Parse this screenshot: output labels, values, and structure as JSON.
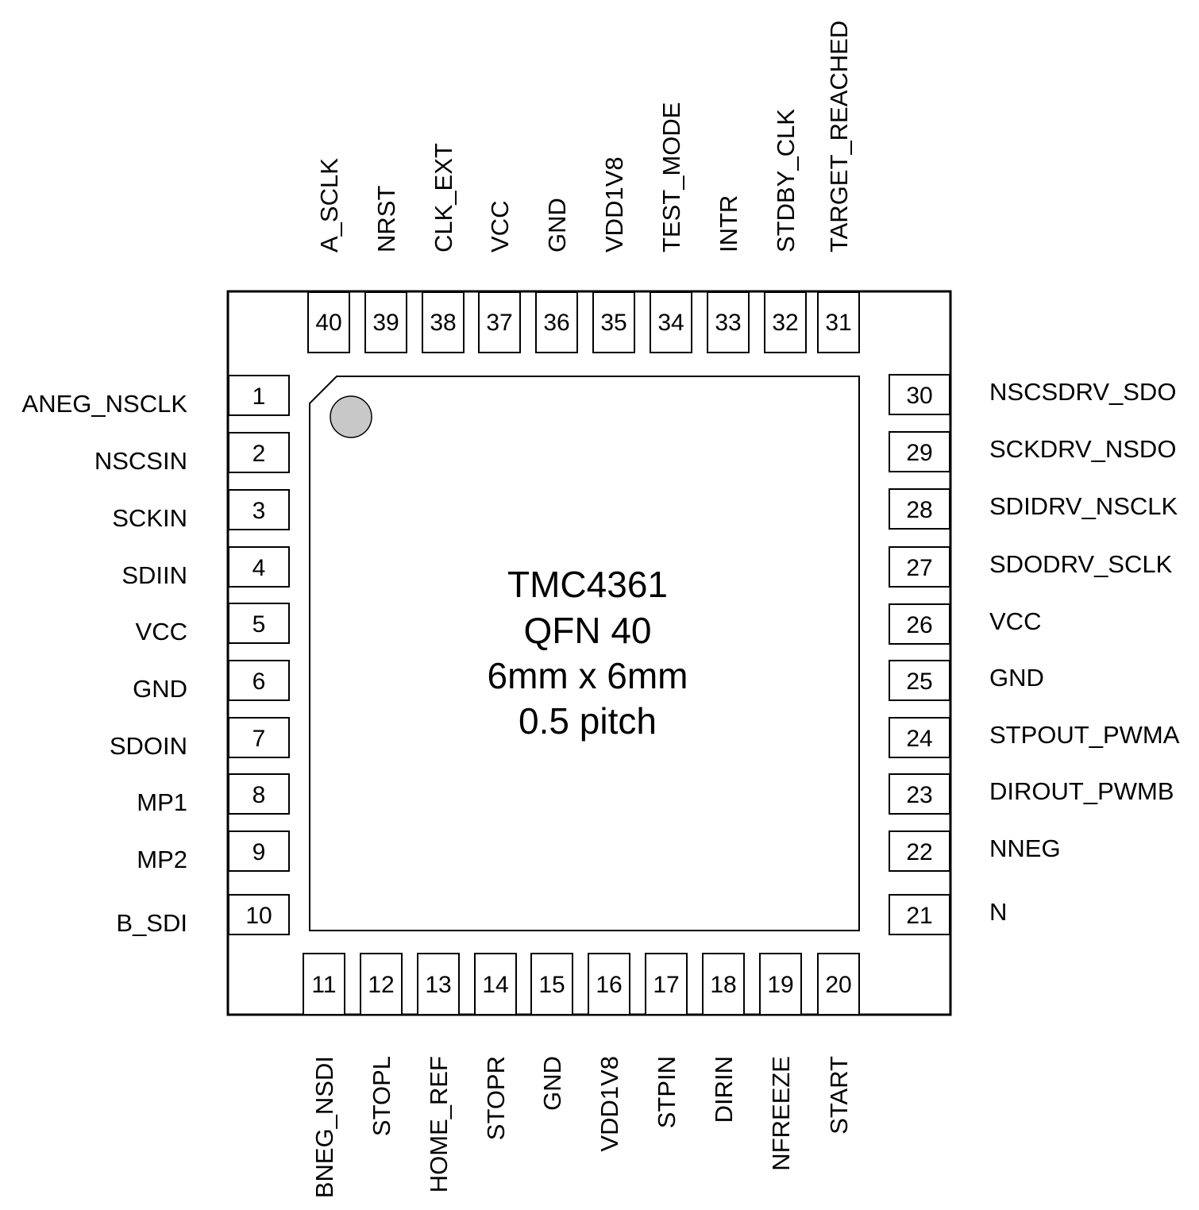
{
  "chip": {
    "part": "TMC4361",
    "package": "QFN 40",
    "size": "6mm x 6mm",
    "pitch": "0.5 pitch"
  },
  "colors": {
    "outline": "#000000",
    "pin1_marker": "#c8c8c8",
    "background": "#ffffff"
  },
  "pins": {
    "left": [
      {
        "num": "1",
        "name": "ANEG_NSCLK"
      },
      {
        "num": "2",
        "name": "NSCSIN"
      },
      {
        "num": "3",
        "name": "SCKIN"
      },
      {
        "num": "4",
        "name": "SDIIN"
      },
      {
        "num": "5",
        "name": "VCC"
      },
      {
        "num": "6",
        "name": "GND"
      },
      {
        "num": "7",
        "name": "SDOIN"
      },
      {
        "num": "8",
        "name": "MP1"
      },
      {
        "num": "9",
        "name": "MP2"
      },
      {
        "num": "10",
        "name": "B_SDI"
      }
    ],
    "bottom": [
      {
        "num": "11",
        "name": "BNEG_NSDI"
      },
      {
        "num": "12",
        "name": "STOPL"
      },
      {
        "num": "13",
        "name": "HOME_REF"
      },
      {
        "num": "14",
        "name": "STOPR"
      },
      {
        "num": "15",
        "name": "GND"
      },
      {
        "num": "16",
        "name": "VDD1V8"
      },
      {
        "num": "17",
        "name": "STPIN"
      },
      {
        "num": "18",
        "name": "DIRIN"
      },
      {
        "num": "19",
        "name": "NFREEZE"
      },
      {
        "num": "20",
        "name": "START"
      }
    ],
    "right": [
      {
        "num": "21",
        "name": "N"
      },
      {
        "num": "22",
        "name": "NNEG"
      },
      {
        "num": "23",
        "name": "DIROUT_PWMB"
      },
      {
        "num": "24",
        "name": "STPOUT_PWMA"
      },
      {
        "num": "25",
        "name": "GND"
      },
      {
        "num": "26",
        "name": "VCC"
      },
      {
        "num": "27",
        "name": "SDODRV_SCLK"
      },
      {
        "num": "28",
        "name": "SDIDRV_NSCLK"
      },
      {
        "num": "29",
        "name": "SCKDRV_NSDO"
      },
      {
        "num": "30",
        "name": "NSCSDRV_SDO"
      }
    ],
    "top": [
      {
        "num": "31",
        "name": "TARGET_REACHED"
      },
      {
        "num": "32",
        "name": "STDBY_CLK"
      },
      {
        "num": "33",
        "name": "INTR"
      },
      {
        "num": "34",
        "name": "TEST_MODE"
      },
      {
        "num": "35",
        "name": "VDD1V8"
      },
      {
        "num": "36",
        "name": "GND"
      },
      {
        "num": "37",
        "name": "VCC"
      },
      {
        "num": "38",
        "name": "CLK_EXT"
      },
      {
        "num": "39",
        "name": "NRST"
      },
      {
        "num": "40",
        "name": "A_SCLK"
      }
    ]
  }
}
